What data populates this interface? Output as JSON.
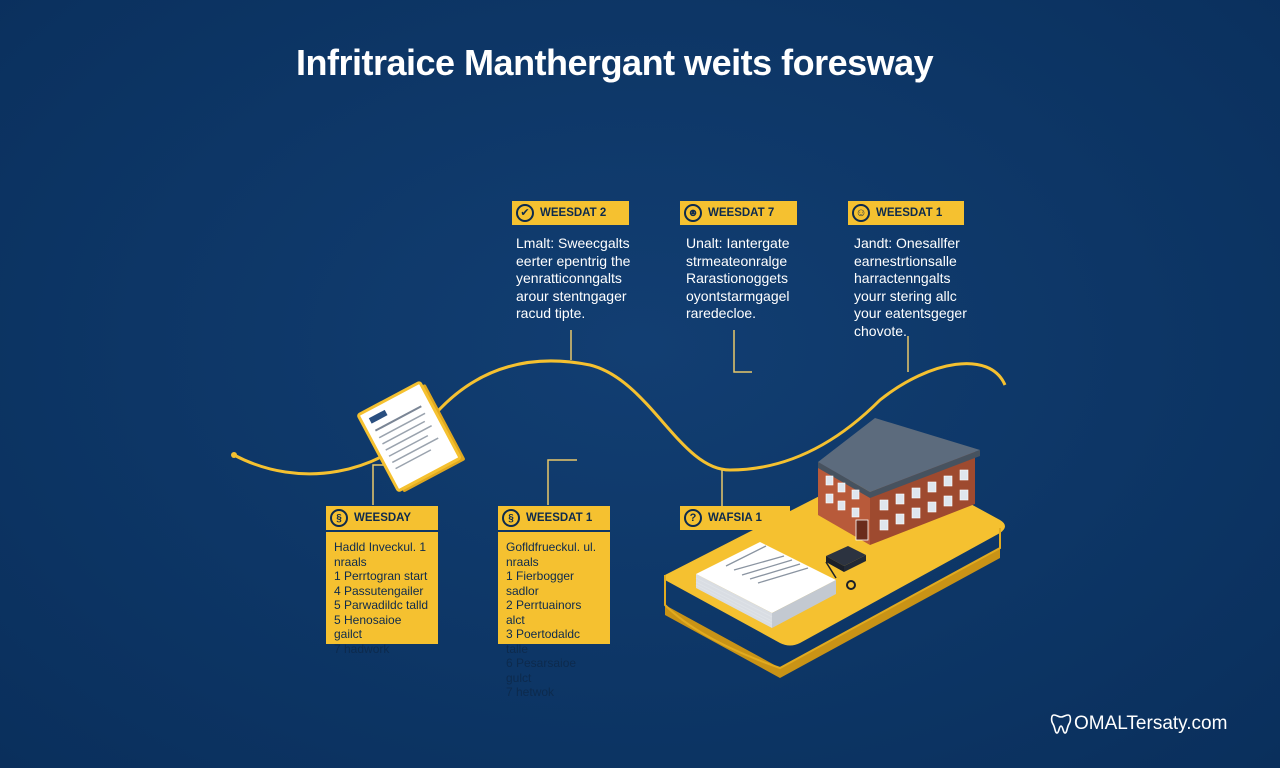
{
  "title": "Infritraice Manthergant weits foresway",
  "steps_top": [
    {
      "badge": "WEESDAT 2",
      "icon": "check-icon",
      "text": "Lmalt: Sweecgalts\neerter epentrig the\nyenratticonngalts\narour stentngager\nracud tipte."
    },
    {
      "badge": "WEESDAT 7",
      "icon": "person-icon",
      "text": "Unalt: Iantergate\nstrmeateonralge\nRarastionoggets\noyontstarmgagel\nraredecloe."
    },
    {
      "badge": "WEESDAT 1",
      "icon": "team-icon",
      "text": "Jandt: Onesallfer\nearnestrtionsalle\nharractenngalts\nyourr stering allc\nyour eatentsgeger\nchovote."
    }
  ],
  "steps_bottom": [
    {
      "badge": "WEESDAY",
      "icon": "badge-icon",
      "body": "Hadld Inveckul. 1\nnraals\n1  Perrtogran start\n4  Passutengailer\n5  Parwadildc talld\n5  Henosaioe gailct\n7  hadwork"
    },
    {
      "badge": "WEESDAT 1",
      "icon": "badge-icon",
      "body": "Gofldfrueckul. ul.\nnraals\n1  Fierbogger sadlor\n2  Perrtuainors alct\n3  Poertodaldc talle\n6  Pesarsaioe gulct\n7  hetwok"
    },
    {
      "badge": "WAFSIA 1",
      "icon": "question-icon"
    }
  ],
  "watermark": "OMALTersaty.com",
  "colors": {
    "background": "#0d3666",
    "accent": "#f5c130",
    "text": "#ffffff",
    "building": "#b85a3a"
  }
}
